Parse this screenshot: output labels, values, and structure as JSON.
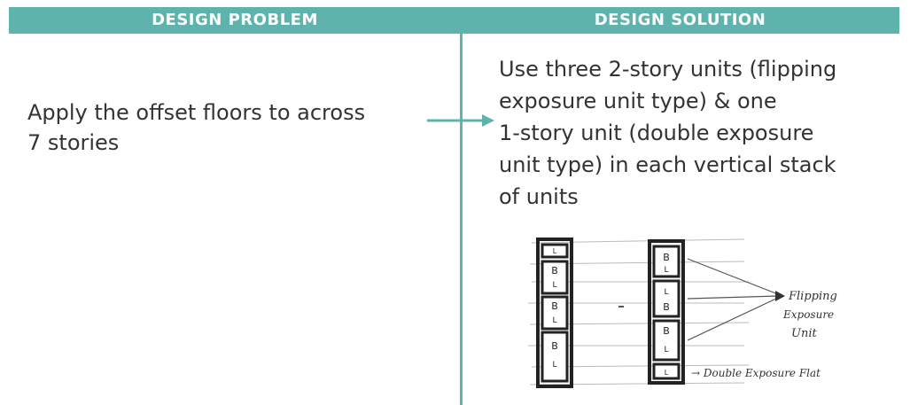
{
  "header": {
    "left_label": "DESIGN PROBLEM",
    "right_label": "DESIGN SOLUTION"
  },
  "problem": {
    "line1": "Apply the offset floors to across",
    "line2": "7 stories"
  },
  "solution": {
    "line1": "Use three 2-story units (flipping",
    "line2": "exposure unit type) & one",
    "line3": "1-story unit (double exposure",
    "line4": "unit type) in each vertical stack",
    "line5": "of units"
  },
  "sketch": {
    "flipping_label_1": "Flipping",
    "flipping_label_2": "Exposure",
    "flipping_label_3": "Unit",
    "double_label": "→ Double Exposure Flat",
    "unit_letters": {
      "b": "B",
      "l": "L"
    }
  },
  "colors": {
    "accent": "#5fb3ad",
    "text": "#333333",
    "ink": "#222222"
  }
}
